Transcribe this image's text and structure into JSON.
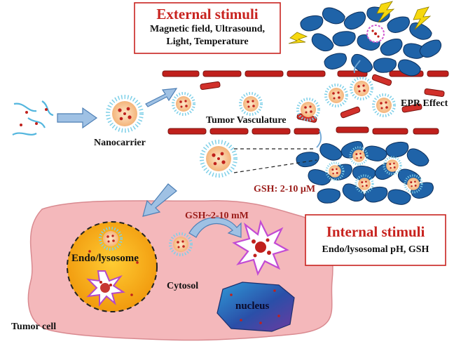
{
  "external_box": {
    "title": "External stimuli",
    "line1": "Magnetic field, Ultrasound,",
    "line2": "Light, Temperature"
  },
  "internal_box": {
    "title": "Internal stimuli",
    "line1": "Endo/lysosomal pH, GSH"
  },
  "labels": {
    "nanocarrier": "Nanocarrier",
    "tumor_vasculature": "Tumor Vasculature",
    "epr_effect": "EPR Effect",
    "gsh_extracellular": "GSH: 2-10 μM",
    "gsh_intracellular": "GSH~2-10 mM",
    "endo_lysosome": "Endo/lysosome",
    "cytosol": "Cytosol",
    "nucleus": "nucleus",
    "tumor_cell": "Tumor cell"
  },
  "colors": {
    "box_border": "#c8231f",
    "title_red": "#c8231f",
    "vessel_red": "#c0201c",
    "tumor_cell_fill": "#f4b8bb",
    "endosome_fill": "#f5a912",
    "nanoparticle_core": "#f7c48e",
    "tumor_blue": "#1f63a8",
    "arrow_blue": "#9fc1e4"
  }
}
